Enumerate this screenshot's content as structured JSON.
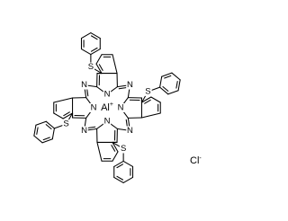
{
  "atom_labels": {
    "nitrogen": "N",
    "sulfur": "S"
  },
  "central_metal": {
    "symbol": "Al",
    "charge": "+"
  },
  "counter_ion": {
    "symbol": "Cl",
    "charge": "-"
  },
  "substituent_count": 4
}
